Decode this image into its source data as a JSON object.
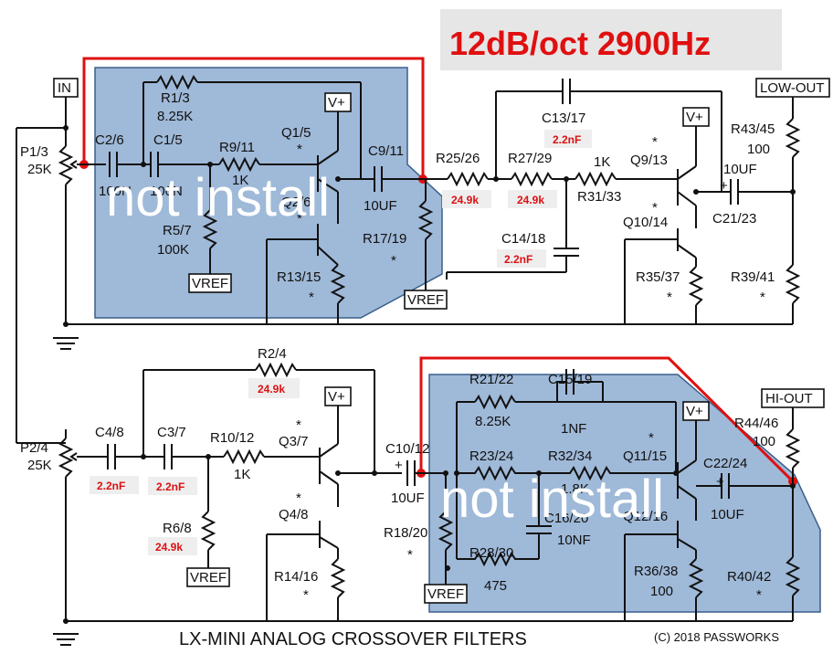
{
  "header": "12dB/oct  2900Hz",
  "overlay_text": "not install",
  "title": "LX-MINI ANALOG CROSSOVER FILTERS",
  "copyright": "(C) 2018 PASSWORKS",
  "ports": {
    "in": "IN",
    "low_out": "LOW-OUT",
    "hi_out": "HI-OUT",
    "vplus": "V+",
    "vref": "VREF"
  },
  "top": {
    "p1": "P1/3",
    "p1v": "25K",
    "c2": "C2/6",
    "c2v": "100N",
    "c1": "C1/5",
    "c1v": "100N",
    "r1": "R1/3",
    "r1v": "8.25K",
    "q1": "Q1/5",
    "q2": "Q2/6",
    "r9": "R9/11",
    "r9v": "1K",
    "r5": "R5/7",
    "r5v": "100K",
    "c9": "C9/11",
    "c9v": "10UF",
    "r17": "R17/19",
    "r13": "R13/15",
    "r25": "R25/26",
    "r25v": "24.9k",
    "r27": "R27/29",
    "r27v": "24.9k",
    "c13": "C13/17",
    "c13v": "2.2nF",
    "c14": "C14/18",
    "c14v": "2.2nF",
    "r31": "R31/33",
    "r31v": "1K",
    "q9": "Q9/13",
    "q10": "Q10/14",
    "c21": "C21/23",
    "c21v": "10UF",
    "r43": "R43/45",
    "r43v": "100",
    "r35": "R35/37",
    "r39": "R39/41",
    "star": "*",
    "plus": "+"
  },
  "bottom": {
    "p2": "P2/4",
    "p2v": "25K",
    "c4": "C4/8",
    "c4v": "2.2nF",
    "c3": "C3/7",
    "c3v": "2.2nF",
    "r2": "R2/4",
    "r2v": "24.9k",
    "r10": "R10/12",
    "r10v": "1K",
    "r6": "R6/8",
    "r6v": "24.9k",
    "q3": "Q3/7",
    "q4": "Q4/8",
    "r14": "R14/16",
    "c10": "C10/12",
    "c10v": "10UF",
    "r18": "R18/20",
    "r21": "R21/22",
    "r21v": "8.25K",
    "c15": "C15/19",
    "c15v": "1NF",
    "r23": "R23/24",
    "r32": "R32/34",
    "r32v": "1.8K",
    "c16": "C16/20",
    "c16v": "10NF",
    "r28": "R28/30",
    "r28v": "475",
    "q11": "Q11/15",
    "q12": "Q12/16",
    "c22": "C22/24",
    "c22v": "10UF",
    "r44": "R44/46",
    "r44v": "100",
    "r36": "R36/38",
    "r36v": "100",
    "r40": "R40/42"
  }
}
